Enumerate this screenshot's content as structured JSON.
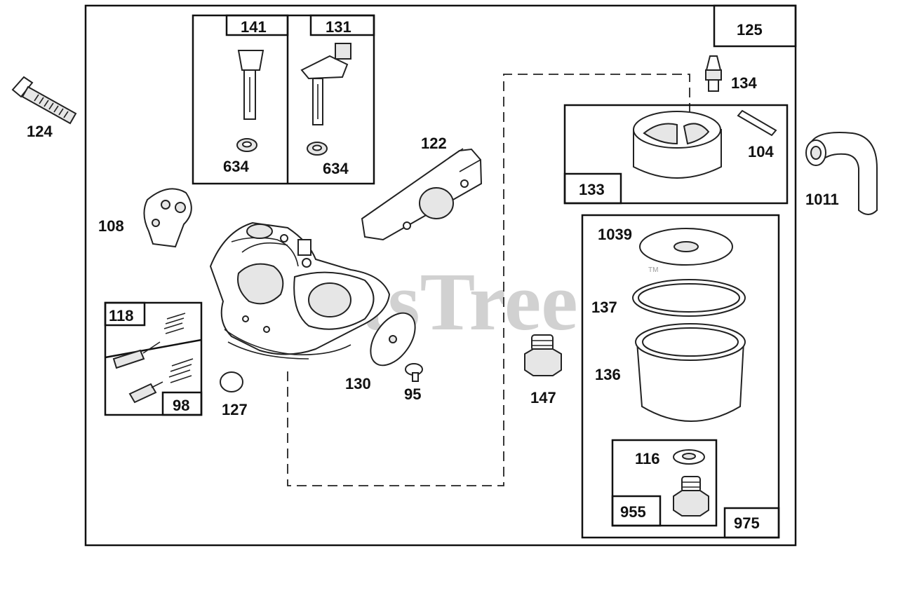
{
  "watermark": {
    "text": "PartsTree",
    "tm": "TM"
  },
  "labels": {
    "p124": "124",
    "p125": "125",
    "p141": "141",
    "p131": "131",
    "p634a": "634",
    "p634b": "634",
    "p122": "122",
    "p134": "134",
    "p104": "104",
    "p133": "133",
    "p1011": "1011",
    "p108": "108",
    "p1039": "1039",
    "p137": "137",
    "p136": "136",
    "p118": "118",
    "p98": "98",
    "p127": "127",
    "p130": "130",
    "p95": "95",
    "p147": "147",
    "p116": "116",
    "p955": "955",
    "p975": "975"
  }
}
